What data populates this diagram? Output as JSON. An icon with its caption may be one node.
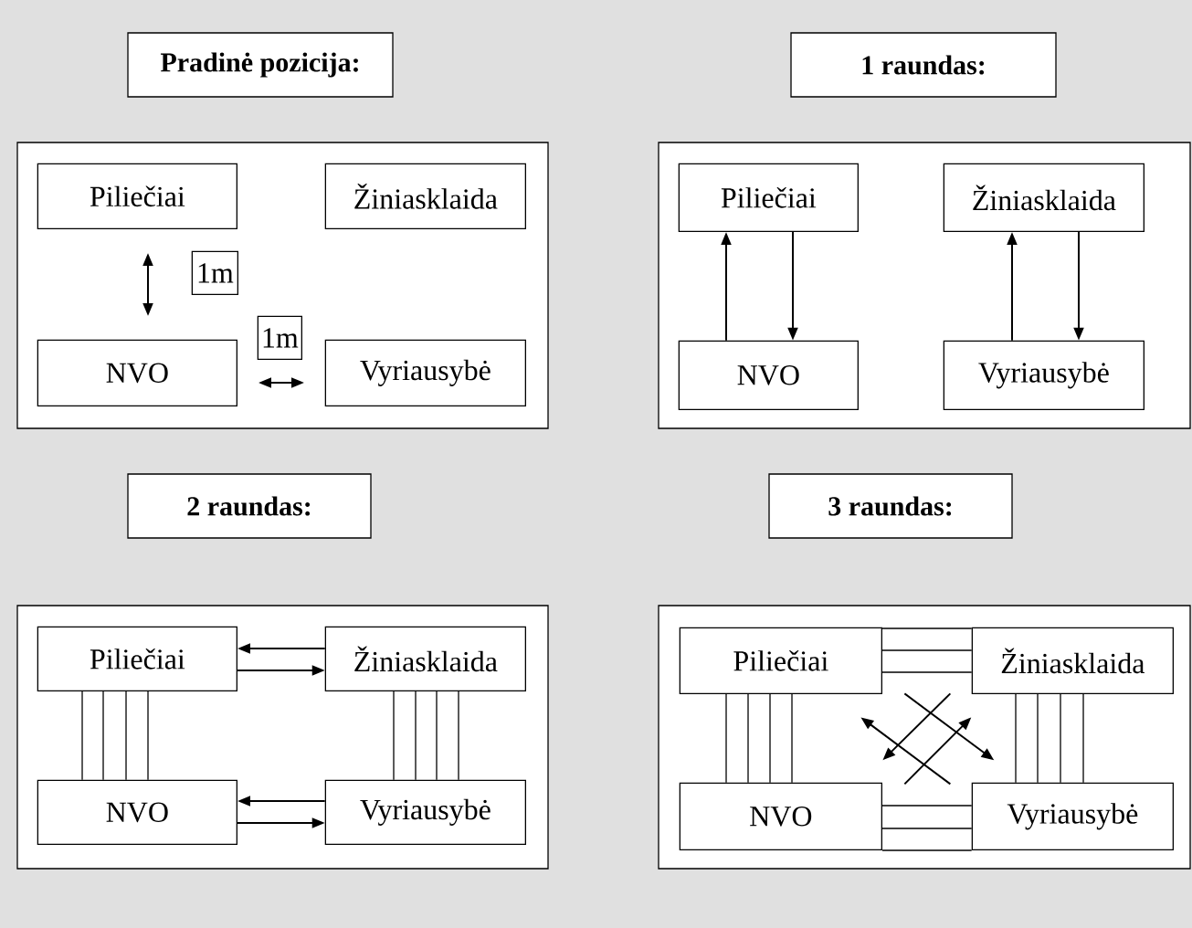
{
  "diagram": {
    "nodes": [
      {
        "text": [
          "Pradinė pozicija:"
        ]
      },
      {
        "text": [
          "1 raundas:"
        ]
      },
      {
        "text": [],
        "shape": "box"
      },
      {
        "text": [
          "Piliečiai"
        ],
        "in": 2
      },
      {
        "text": [
          "Žiniasklaida"
        ],
        "in": 2
      },
      {
        "text": [
          "1m"
        ],
        "in": 2
      },
      {
        "text": [
          "1m"
        ],
        "in": 2
      },
      {
        "text": [
          "NVO"
        ],
        "in": 2
      },
      {
        "text": [
          "Vyriausybė"
        ],
        "in": 2
      },
      {
        "text": [],
        "shape": "box"
      },
      {
        "text": [
          "Piliečiai"
        ],
        "in": 9
      },
      {
        "text": [
          "Žiniasklaida"
        ],
        "in": 9
      },
      {
        "text": [
          "NVO"
        ],
        "in": 9
      },
      {
        "text": [
          "Vyriausybė"
        ],
        "in": 9
      },
      {
        "text": [
          "2 raundas:"
        ]
      },
      {
        "text": [
          "3 raundas:"
        ]
      },
      {
        "text": [],
        "shape": "box"
      },
      {
        "text": [
          "Piliečiai"
        ],
        "in": 16
      },
      {
        "text": [
          "Žiniasklaida"
        ],
        "in": 16
      },
      {
        "text": [
          "NVO"
        ],
        "in": 16
      },
      {
        "text": [
          "Vyriausybė"
        ],
        "in": 16
      },
      {
        "text": [],
        "shape": "box"
      },
      {
        "text": [
          "Piliečiai"
        ],
        "in": 21
      },
      {
        "text": [
          "Žiniasklaida"
        ],
        "in": 21
      },
      {
        "text": [
          "NVO"
        ],
        "in": 21
      },
      {
        "text": [
          "Vyriausybė"
        ],
        "in": 21
      }
    ],
    "edges": [
      {
        "from": 12,
        "to": 10,
        "arrow": "to"
      },
      {
        "from": 10,
        "to": 12,
        "arrow": "to"
      },
      {
        "from": 13,
        "to": 11,
        "arrow": "to"
      },
      {
        "from": 11,
        "to": 13,
        "arrow": "to"
      },
      {
        "from": 18,
        "to": 17,
        "arrow": "to"
      },
      {
        "from": 17,
        "to": 18,
        "arrow": "to"
      },
      {
        "from": 20,
        "to": 19,
        "arrow": "to"
      },
      {
        "from": 19,
        "to": 20,
        "arrow": "to"
      },
      {
        "from": 17,
        "to": 19,
        "arrow": "none"
      },
      {
        "from": 17,
        "to": 19,
        "arrow": "none"
      },
      {
        "from": 17,
        "to": 19,
        "arrow": "none"
      },
      {
        "from": 17,
        "to": 19,
        "arrow": "none"
      },
      {
        "from": 18,
        "to": 20,
        "arrow": "none"
      },
      {
        "from": 18,
        "to": 20,
        "arrow": "none"
      },
      {
        "from": 18,
        "to": 20,
        "arrow": "none"
      },
      {
        "from": 18,
        "to": 20,
        "arrow": "none"
      },
      {
        "from": 22,
        "to": 23,
        "arrow": "none"
      },
      {
        "from": 22,
        "to": 23,
        "arrow": "none"
      },
      {
        "from": 22,
        "to": 23,
        "arrow": "none"
      },
      {
        "from": 24,
        "to": 25,
        "arrow": "none"
      },
      {
        "from": 24,
        "to": 25,
        "arrow": "none"
      },
      {
        "from": 24,
        "to": 25,
        "arrow": "none"
      },
      {
        "from": 22,
        "to": 24,
        "arrow": "none"
      },
      {
        "from": 22,
        "to": 24,
        "arrow": "none"
      },
      {
        "from": 22,
        "to": 24,
        "arrow": "none"
      },
      {
        "from": 22,
        "to": 24,
        "arrow": "none"
      },
      {
        "from": 23,
        "to": 25,
        "arrow": "none"
      },
      {
        "from": 23,
        "to": 25,
        "arrow": "none"
      },
      {
        "from": 23,
        "to": 25,
        "arrow": "none"
      },
      {
        "from": 23,
        "to": 25,
        "arrow": "none"
      },
      {
        "from": 25,
        "to": 22,
        "arrow": "to"
      },
      {
        "from": 22,
        "to": 25,
        "arrow": "to"
      },
      {
        "from": 23,
        "to": 24,
        "arrow": "to"
      },
      {
        "from": 24,
        "to": 23,
        "arrow": "to"
      }
    ]
  }
}
